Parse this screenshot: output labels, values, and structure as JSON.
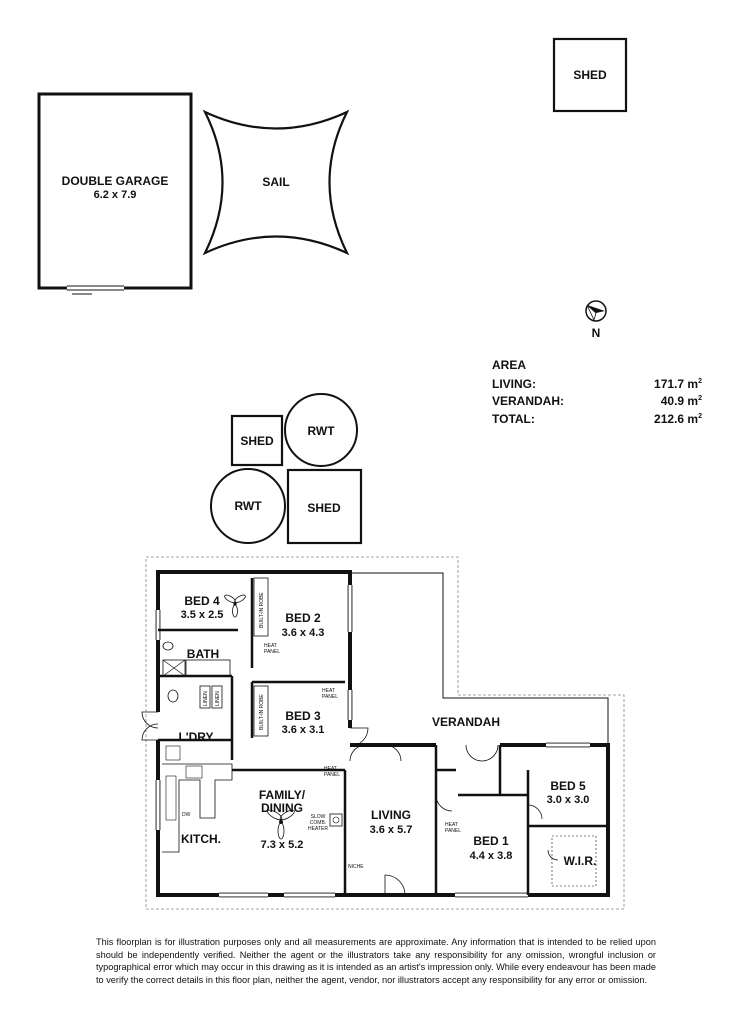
{
  "rooms": {
    "double_garage": {
      "name": "DOUBLE GARAGE",
      "dims": "6.2 x 7.9"
    },
    "sail": {
      "name": "SAIL"
    },
    "shed_top": {
      "name": "SHED"
    },
    "shed_small": {
      "name": "SHED"
    },
    "shed_large": {
      "name": "SHED"
    },
    "rwt_1": {
      "name": "RWT"
    },
    "rwt_2": {
      "name": "RWT"
    },
    "bed4": {
      "name": "BED 4",
      "dims": "3.5 x 2.5"
    },
    "bed2": {
      "name": "BED 2",
      "dims": "3.6 x 4.3"
    },
    "bed3": {
      "name": "BED 3",
      "dims": "3.6 x 3.1"
    },
    "bath": {
      "name": "BATH"
    },
    "laundry": {
      "name": "L'DRY"
    },
    "kitchen": {
      "name": "KITCH."
    },
    "family": {
      "name": "FAMILY/",
      "name2": "DINING",
      "dims": "7.3 x 5.2"
    },
    "living": {
      "name": "LIVING",
      "dims": "3.6 x 5.7"
    },
    "verandah": {
      "name": "VERANDAH"
    },
    "bed5": {
      "name": "BED 5",
      "dims": "3.0 x 3.0"
    },
    "bed1": {
      "name": "BED 1",
      "dims": "4.4 x 3.8"
    },
    "wir": {
      "name": "W.I.R."
    }
  },
  "fixtures": {
    "built_in_robe": "BUILT-IN ROBE",
    "heat_panel_1": "HEAT",
    "heat_panel_2": "PANEL",
    "linen": "LINEN",
    "dw": "DW",
    "slow_comb_1": "SLOW",
    "slow_comb_2": "COMB.",
    "slow_comb_3": "HEATER",
    "niche": "NICHE"
  },
  "compass": {
    "label": "N"
  },
  "area": {
    "heading": "AREA",
    "rows": [
      {
        "label": "LIVING:",
        "value": "171.7 m",
        "unit_sup": "2"
      },
      {
        "label": "VERANDAH:",
        "value": "40.9 m",
        "unit_sup": "2"
      },
      {
        "label": "TOTAL:",
        "value": "212.6 m",
        "unit_sup": "2"
      }
    ]
  },
  "disclaimer": "This floorplan is for illustration purposes only and all measurements are approximate. Any information that is intended to be relied upon should be independently verified. Neither the agent or the illustrators take any responsibility for any omission, wrongful inclusion or typographical error which may occur in this drawing as it is intended as an artist's impression only. While every endeavour has been made to verify the correct details in this floor plan, neither the agent, vendor, nor illustrators accept any responsibility for any error or omission."
}
